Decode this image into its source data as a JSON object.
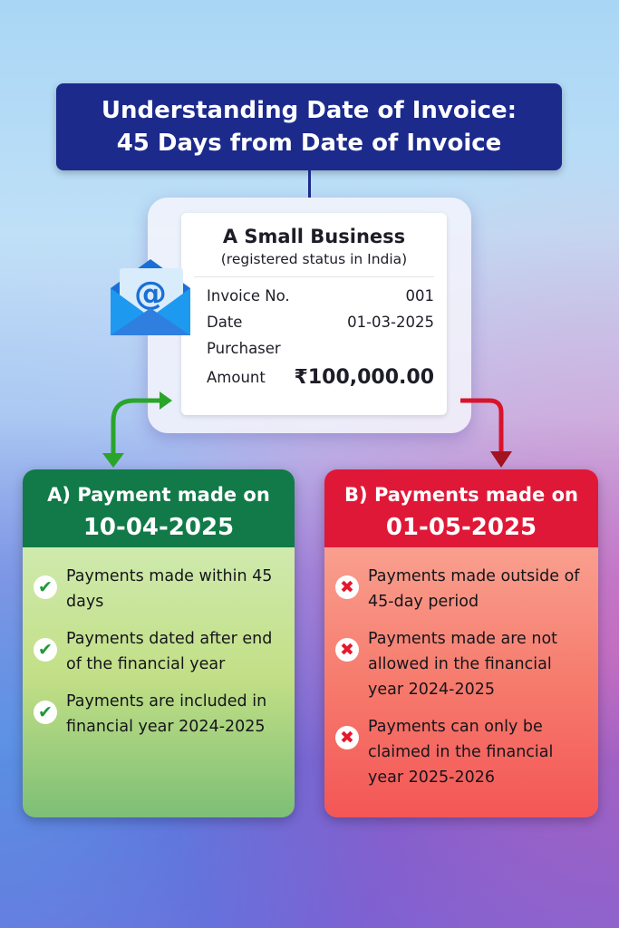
{
  "title": {
    "line1": "Understanding Date of Invoice:",
    "line2": "45 Days from Date of Invoice"
  },
  "invoice": {
    "business": "A Small Business",
    "subtitle": "(registered status in India)",
    "rows": [
      {
        "label": "Invoice No.",
        "value": "001"
      },
      {
        "label": "Date",
        "value": "01-03-2025"
      },
      {
        "label": "Purchaser",
        "value": ""
      },
      {
        "label": "Amount",
        "value": "₹100,000.00"
      }
    ]
  },
  "icons": {
    "email": "email-envelope-icon",
    "check": "check-icon",
    "cross": "cross-icon"
  },
  "colors": {
    "title": "#1c2a8c",
    "green_header": "#117a48",
    "red_header": "#e01838"
  },
  "panel_a": {
    "heading": "A) Payment made on",
    "date": "10-04-2025",
    "items": [
      "Payments made within 45 days",
      "Payments dated after end of the financial year",
      "Payments are included in financial year 2024-2025"
    ]
  },
  "panel_b": {
    "heading": "B) Payments made on",
    "date": "01-05-2025",
    "items": [
      "Payments made outside of 45-day period",
      "Payments made are not allowed in the financial year 2024-2025",
      "Payments can only be claimed in the financial year 2025-2026"
    ]
  }
}
